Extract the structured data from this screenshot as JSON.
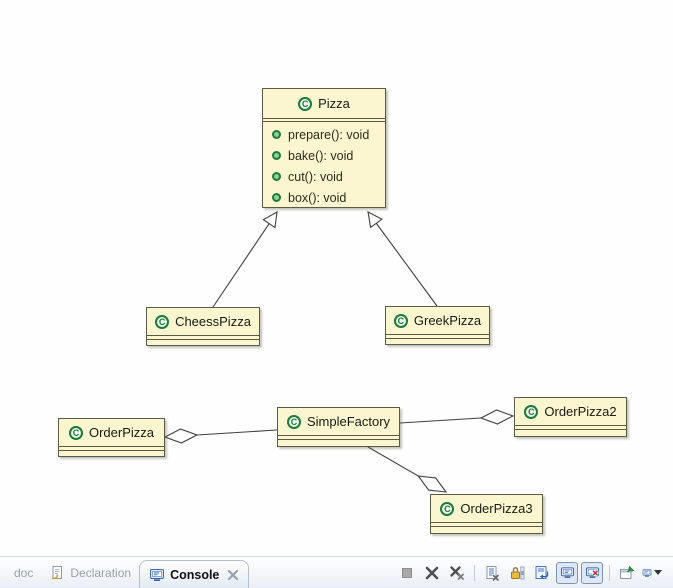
{
  "diagram": {
    "classes": [
      {
        "id": "pizza",
        "name": "Pizza",
        "methods": [
          "prepare(): void",
          "bake(): void",
          "cut(): void",
          "box(): void"
        ]
      },
      {
        "id": "cheesspizza",
        "name": "CheessPizza"
      },
      {
        "id": "greekpizza",
        "name": "GreekPizza"
      },
      {
        "id": "orderpizza",
        "name": "OrderPizza"
      },
      {
        "id": "simplefactory",
        "name": "SimpleFactory"
      },
      {
        "id": "orderpizza2",
        "name": "OrderPizza2"
      },
      {
        "id": "orderpizza3",
        "name": "OrderPizza3"
      }
    ],
    "relations": [
      {
        "type": "generalization",
        "from": "CheessPizza",
        "to": "Pizza"
      },
      {
        "type": "generalization",
        "from": "GreekPizza",
        "to": "Pizza"
      },
      {
        "type": "aggregation",
        "from": "OrderPizza",
        "to": "SimpleFactory",
        "diamond_at": "OrderPizza"
      },
      {
        "type": "aggregation",
        "from": "SimpleFactory",
        "to": "OrderPizza2",
        "diamond_at": "OrderPizza2"
      },
      {
        "type": "aggregation",
        "from": "SimpleFactory",
        "to": "OrderPizza3",
        "diamond_at": "OrderPizza3"
      }
    ]
  },
  "icons": {
    "class_letter": "C"
  },
  "bottom_bar": {
    "tabs": [
      {
        "label": "doc",
        "active": false
      },
      {
        "label": "Declaration",
        "active": false,
        "icon": "declaration-icon"
      },
      {
        "label": "Console",
        "active": true,
        "icon": "console-icon",
        "closable": true
      }
    ],
    "toolbar": [
      {
        "name": "terminate-button",
        "icon": "terminate-icon",
        "enabled": false
      },
      {
        "name": "remove-launch-button",
        "icon": "remove-icon"
      },
      {
        "name": "remove-all-terminated-button",
        "icon": "remove-all-icon"
      },
      {
        "name": "clear-console-button",
        "icon": "clear-console-icon"
      },
      {
        "name": "scroll-lock-button",
        "icon": "scroll-lock-icon"
      },
      {
        "name": "word-wrap-button",
        "icon": "word-wrap-icon"
      },
      {
        "name": "show-stdout-button",
        "icon": "console-stdout-icon",
        "pressed": true
      },
      {
        "name": "show-stderr-button",
        "icon": "console-stderr-icon",
        "pressed": true
      },
      {
        "name": "pin-console-button",
        "icon": "pin-console-icon"
      },
      {
        "name": "open-console-button",
        "icon": "open-console-icon",
        "has_dropdown": true
      }
    ]
  },
  "colors": {
    "class_fill": "#fbf6d0",
    "class_border": "#5b5b45",
    "icon_green": "#1d7a3a",
    "connector": "#3f3f3f",
    "tab_inactive_text": "#9aa0a8",
    "canvas": "#fefefe"
  }
}
